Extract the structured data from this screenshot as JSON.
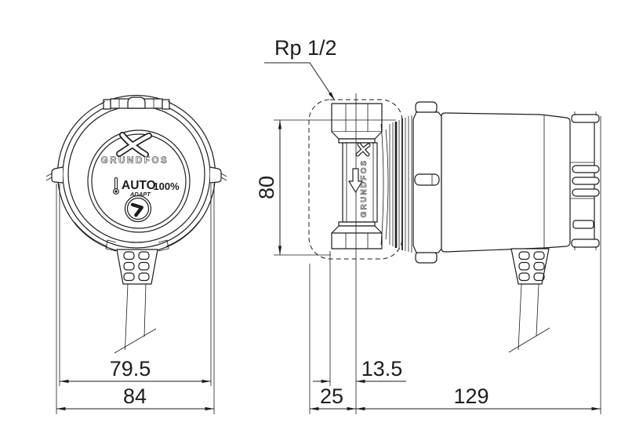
{
  "meta": {
    "background_color": "#ffffff",
    "line_color": "#1d1d1d"
  },
  "front_view": {
    "brand": "GRUNDFOS",
    "mode_label": "AUTO",
    "mode_sublabel": "ADAPT",
    "capacity_label": "100%"
  },
  "side_view": {
    "brand_vertical": "GRUNDFOS"
  },
  "dimensions": {
    "port_thread_label": "Rp 1/2",
    "port_height": "80",
    "head_width": "79.5",
    "overall_width": "84",
    "port_axis_offset": "13.5",
    "shell_depth": "25",
    "overall_length": "129"
  }
}
